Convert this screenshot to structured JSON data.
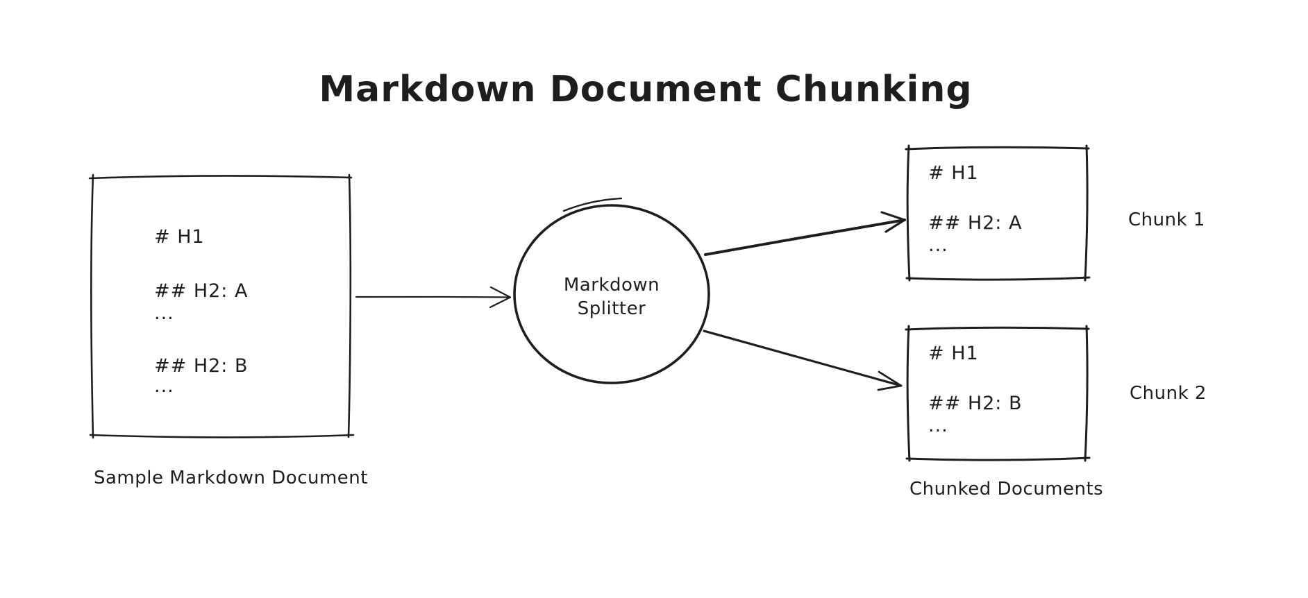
{
  "diagram": {
    "title": "Markdown Document Chunking",
    "ink_color": "#1e1e1e",
    "background_color": "#ffffff",
    "source_document": {
      "caption": "Sample Markdown Document",
      "lines": [
        "# H1",
        "## H2: A",
        "...",
        "## H2: B",
        "..."
      ]
    },
    "splitter": {
      "label_line1": "Markdown",
      "label_line2": "Splitter"
    },
    "chunks": [
      {
        "name": "Chunk 1",
        "lines": [
          "# H1",
          "## H2: A",
          "..."
        ]
      },
      {
        "name": "Chunk 2",
        "lines": [
          "# H1",
          "## H2: B",
          "..."
        ]
      }
    ],
    "output_caption": "Chunked Documents"
  }
}
